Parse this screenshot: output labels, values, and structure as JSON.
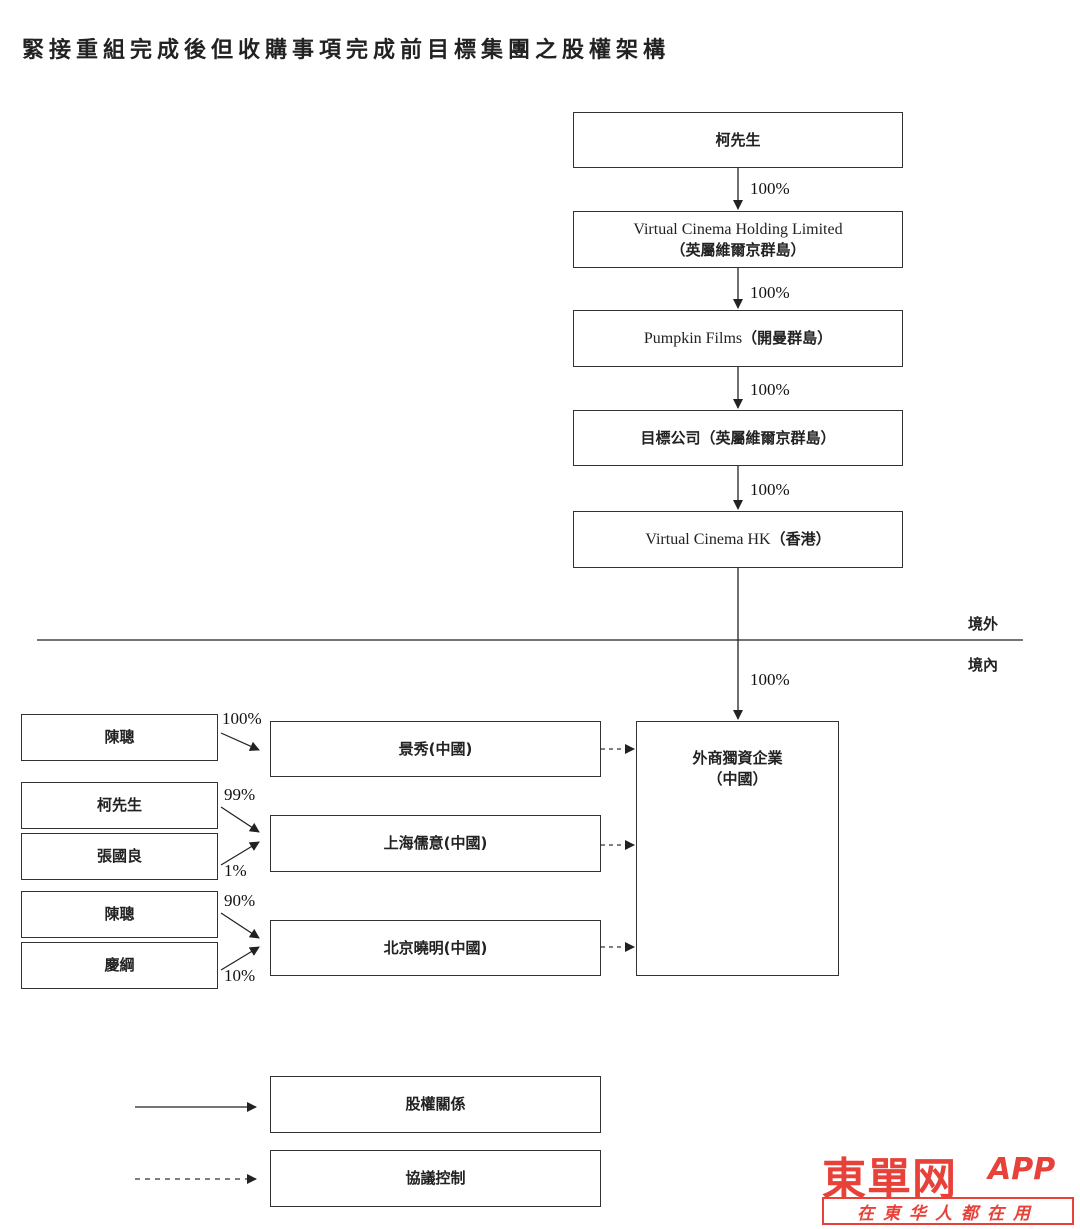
{
  "title": "緊接重組完成後但收購事項完成前目標集團之股權架構",
  "chain": {
    "mr_ke": "柯先生",
    "vchl_en": "Virtual Cinema Holding Limited",
    "vchl_cn": "（英屬維爾京群島）",
    "pumpkin_en": "Pumpkin Films",
    "pumpkin_cn": "（開曼群島）",
    "target": "目標公司（英屬維爾京群島）",
    "vchk_en": "Virtual Cinema HK",
    "vchk_cn": "（香港）",
    "pct1": "100%",
    "pct2": "100%",
    "pct3": "100%",
    "pct4": "100%",
    "pct5": "100%"
  },
  "regions": {
    "offshore": "境外",
    "onshore": "境內"
  },
  "wfoe": {
    "line1": "外商獨資企業",
    "line2": "（中國）"
  },
  "shareholders": [
    {
      "name": "陳聰",
      "pct": "100%"
    },
    {
      "name": "柯先生",
      "pct": "99%"
    },
    {
      "name": "張國良",
      "pct": "1%"
    },
    {
      "name": "陳聰",
      "pct": "90%"
    },
    {
      "name": "慶綱",
      "pct": "10%"
    }
  ],
  "opcos": [
    {
      "name": "景秀(中國)"
    },
    {
      "name": "上海儒意(中國)"
    },
    {
      "name": "北京曉明(中國)"
    }
  ],
  "legend": {
    "equity": "股權關係",
    "contract": "協議控制"
  },
  "watermark": {
    "brand": "東單网",
    "app": "APP",
    "tagline": "在東华人都在用"
  }
}
